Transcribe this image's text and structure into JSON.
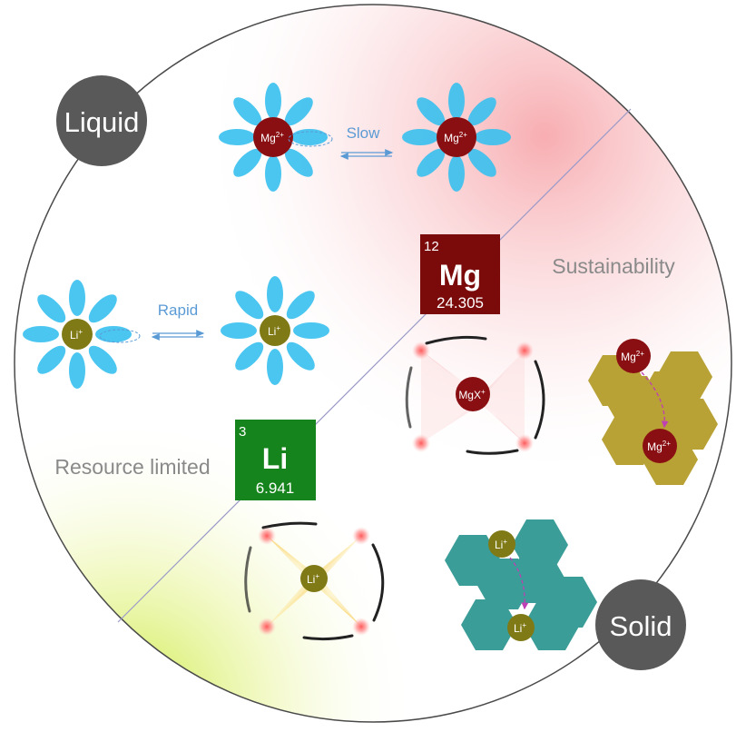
{
  "badges": {
    "liquid": "Liquid",
    "solid": "Solid"
  },
  "labels": {
    "slow": "Slow",
    "rapid": "Rapid",
    "sustainability": "Sustainability",
    "resource_limited": "Resource limited"
  },
  "elements": {
    "mg": {
      "number": "12",
      "symbol": "Mg",
      "mass": "24.305"
    },
    "li": {
      "number": "3",
      "symbol": "Li",
      "mass": "6.941"
    }
  },
  "ions": {
    "mg_base": "Mg",
    "mg_charge": "2+",
    "li_base": "Li",
    "li_charge": "+",
    "mgx_base": "MgX",
    "mgx_charge": "+"
  },
  "colors": {
    "mg_box": "#7b0a0a",
    "li_box": "#16841c",
    "mg_ion": "#8a0f12",
    "li_ion": "#7f7a16",
    "petal": "#37c0ee",
    "badge": "#595959",
    "mg_hex": "#b8a135",
    "li_hex": "#3a9d98",
    "arrow": "#5b9bd5",
    "label_gray": "#8a8a8a"
  }
}
